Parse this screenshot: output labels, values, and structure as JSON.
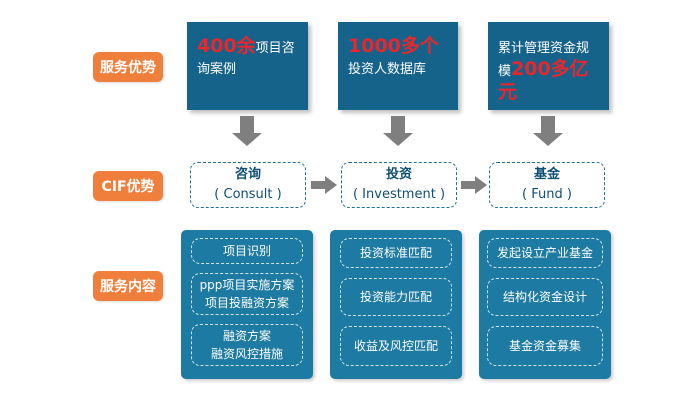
{
  "labels": {
    "advantage": "服务优势",
    "cif": "CIF优势",
    "content": "服务内容"
  },
  "top_boxes": [
    {
      "highlight": "400余",
      "text": "项目咨询案例"
    },
    {
      "highlight": "1000多个",
      "text": "投资人数据库"
    },
    {
      "prefix": "累计管理资金规模",
      "highlight": "200多亿元"
    }
  ],
  "cif": [
    {
      "name": "咨询",
      "en": "( Consult )"
    },
    {
      "name": "投资",
      "en": "( Investment )"
    },
    {
      "name": "基金",
      "en": "( Fund )"
    }
  ],
  "panels": [
    {
      "items": [
        [
          "项目识别"
        ],
        [
          "ppp项目实施方案",
          "项目投融资方案"
        ],
        [
          "融资方案",
          "融资风控措施"
        ]
      ]
    },
    {
      "items": [
        [
          "投资标准匹配"
        ],
        [
          "投资能力匹配"
        ],
        [
          "收益及风控匹配"
        ]
      ]
    },
    {
      "items": [
        [
          "发起设立产业基金"
        ],
        [
          "结构化资金设计"
        ],
        [
          "基金资金募集"
        ]
      ]
    }
  ],
  "colors": {
    "label_orange": "#f07f3c",
    "box_dark_blue": "#15638b",
    "panel_blue": "#1c7aa3",
    "highlight_red": "#e8262b",
    "arrow_gray": "#7f7f7f"
  }
}
